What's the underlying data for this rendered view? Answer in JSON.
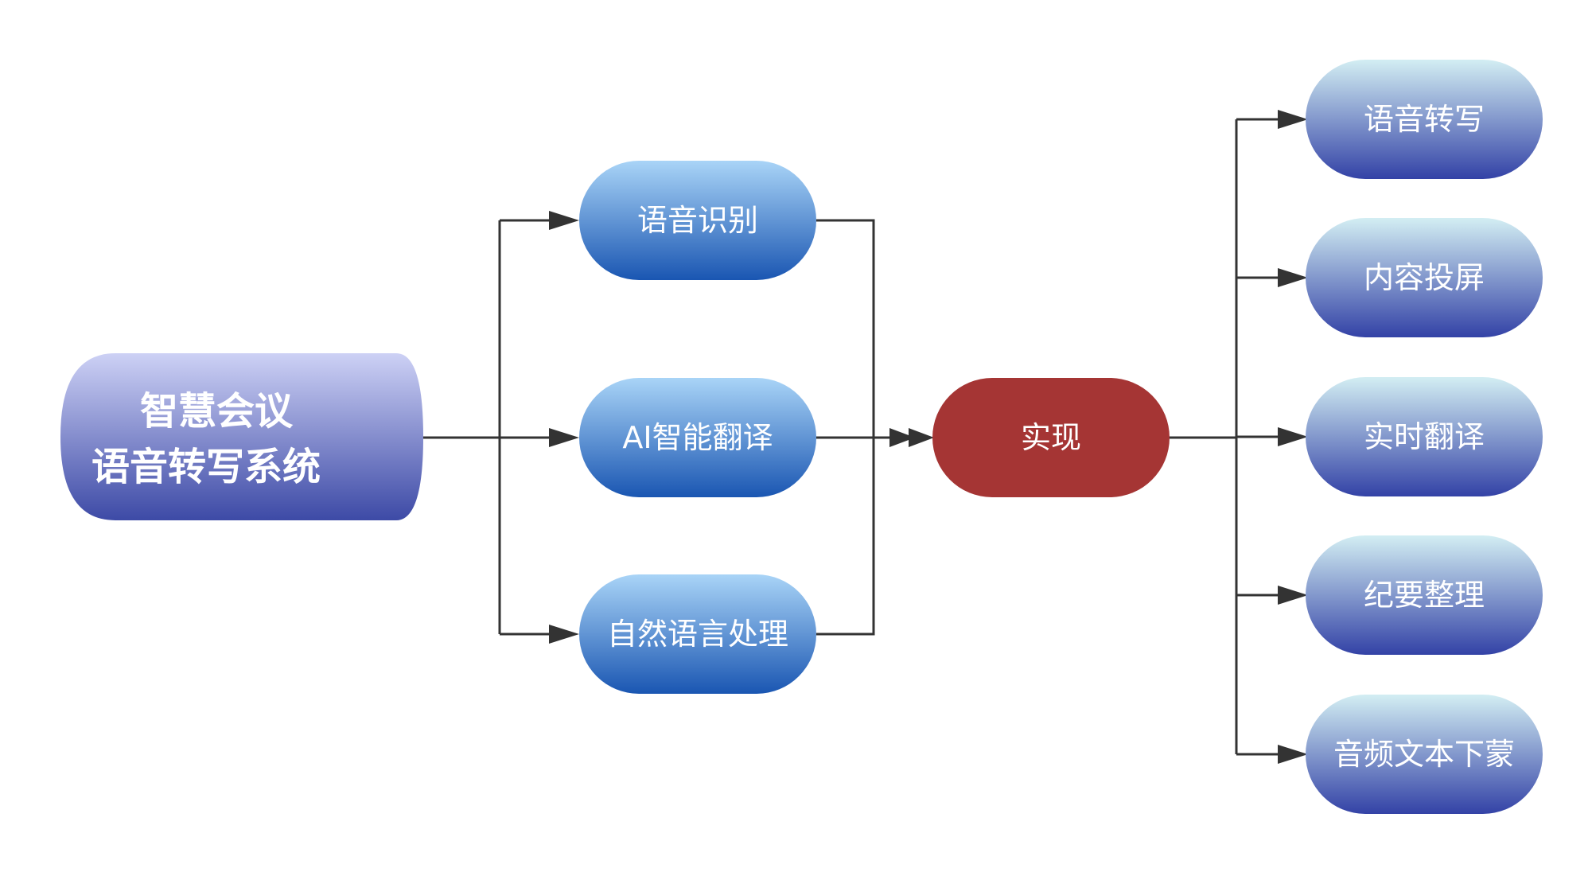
{
  "diagram": {
    "root": {
      "line1": "智慧会议",
      "line2": "语音转写系统"
    },
    "technologies": [
      "语音识别",
      "AI智能翻译",
      "自然语言处理"
    ],
    "hub": "实现",
    "functions": [
      "语音转写",
      "内容投屏",
      "实时翻译",
      "纪要整理",
      "音频文本下蒙"
    ]
  },
  "colors": {
    "connector": "#333333",
    "root_top": "#cdd1f5",
    "root_bottom": "#3d4aa6",
    "tech_top": "#a9d4f7",
    "tech_bottom": "#1a56b2",
    "hub_fill": "#a53534",
    "func_top": "#d3eef3",
    "func_bottom": "#3342a6",
    "label": "#ffffff"
  }
}
